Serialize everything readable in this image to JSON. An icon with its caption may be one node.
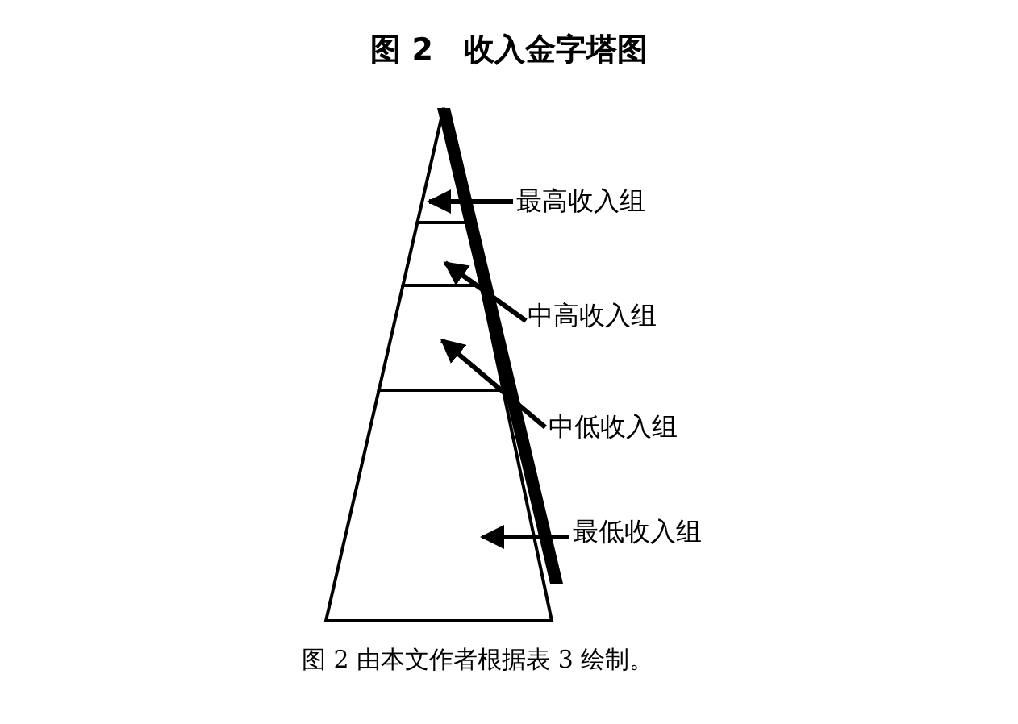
{
  "diagram": {
    "title": "图 2　收入金字塔图",
    "caption": "图 2 由本文作者根据表 3 绘制。",
    "nodes": [
      {
        "text": [],
        "shape": "triangle"
      },
      {
        "text": [],
        "shape": "band"
      },
      {
        "text": [],
        "shape": "band"
      },
      {
        "text": [],
        "shape": "band"
      },
      {
        "text": [
          "最高收入组"
        ]
      },
      {
        "text": [
          "中高收入组"
        ]
      },
      {
        "text": [
          "中低收入组"
        ]
      },
      {
        "text": [
          "最低收入组"
        ]
      }
    ],
    "edges": [
      {
        "from": 4,
        "to": 0,
        "arrow": "to"
      },
      {
        "from": 5,
        "to": 1,
        "arrow": "to"
      },
      {
        "from": 6,
        "to": 2,
        "arrow": "to"
      },
      {
        "from": 7,
        "to": 3,
        "arrow": "to"
      }
    ]
  }
}
